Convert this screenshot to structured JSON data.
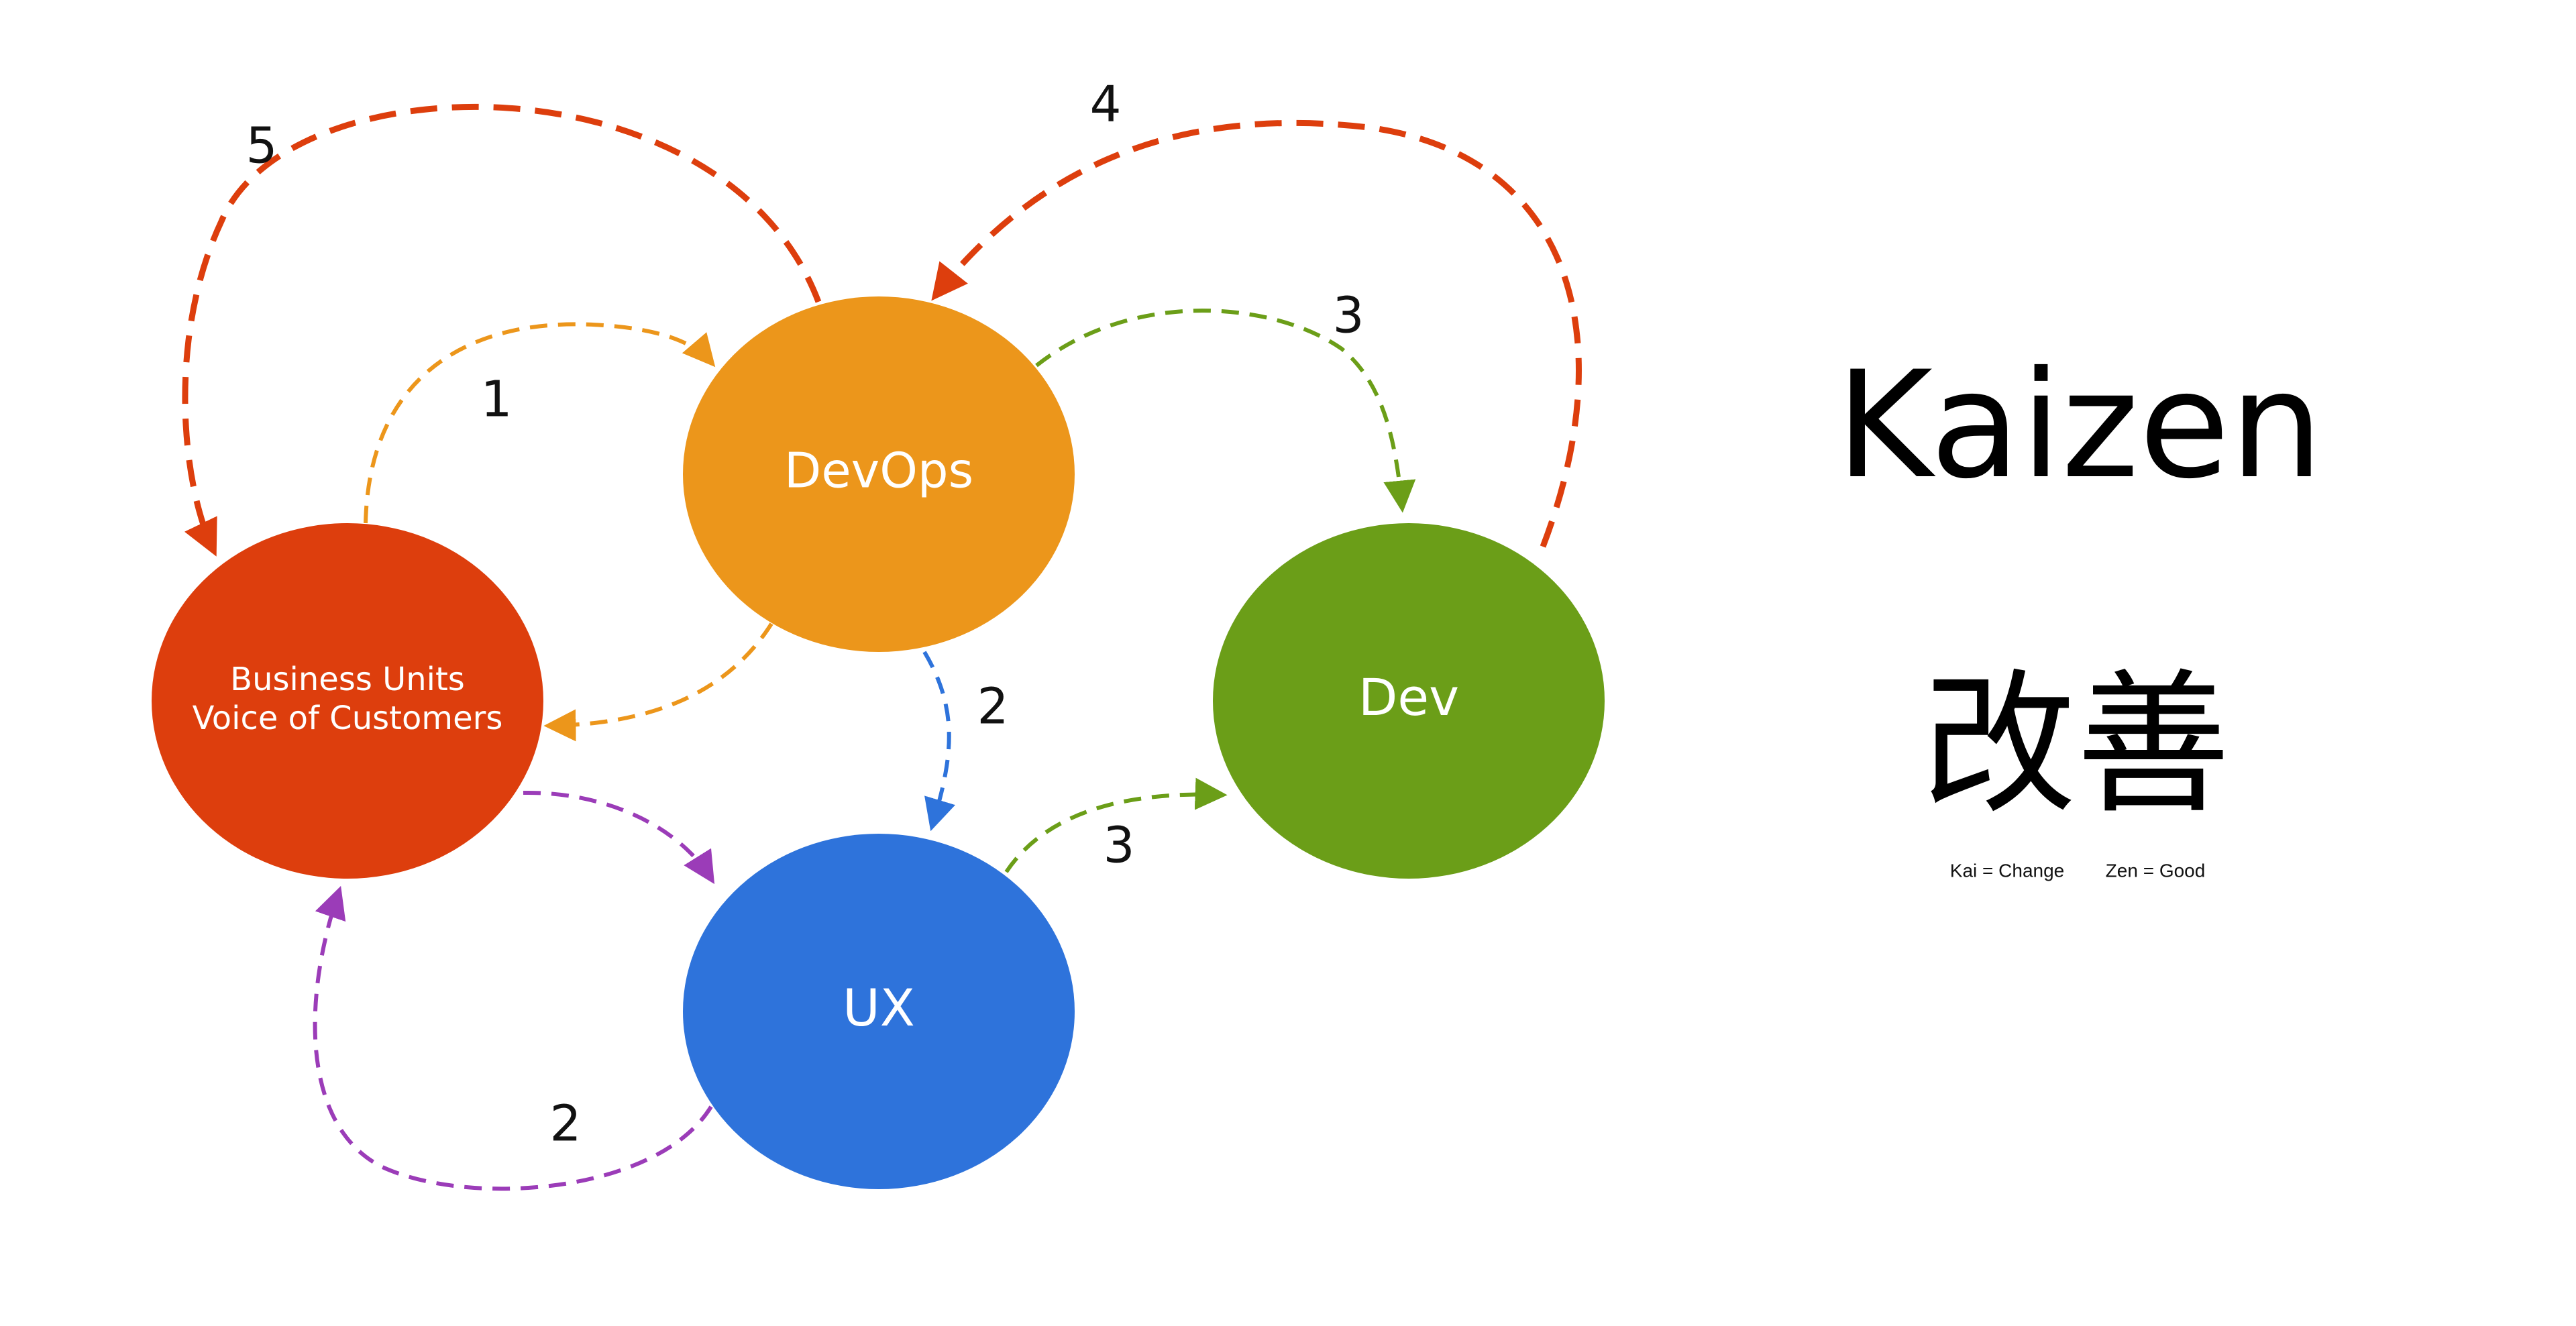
{
  "colors": {
    "business": "#dd3e0d",
    "devops": "#ec961b",
    "dev": "#6b9e18",
    "ux": "#2e73db",
    "arrow_red": "#dd3e0d",
    "arrow_orange": "#ec961b",
    "arrow_green": "#6b9e18",
    "arrow_blue": "#2e73db",
    "arrow_purple": "#9b3cb8"
  },
  "nodes": {
    "business": {
      "line1": "Business Units",
      "line2": "Voice of Customers"
    },
    "devops": {
      "label": "DevOps"
    },
    "dev": {
      "label": "Dev"
    },
    "ux": {
      "label": "UX"
    }
  },
  "steps": {
    "business_to_devops": "1",
    "devops_to_ux": "2",
    "ux_to_business": "2",
    "devops_to_dev": "3",
    "ux_to_dev": "3",
    "dev_to_devops": "4",
    "devops_to_business": "5"
  },
  "title": "Kaizen",
  "kanji": "改善",
  "meaning": {
    "kai": "Kai = Change",
    "zen": "Zen = Good"
  }
}
